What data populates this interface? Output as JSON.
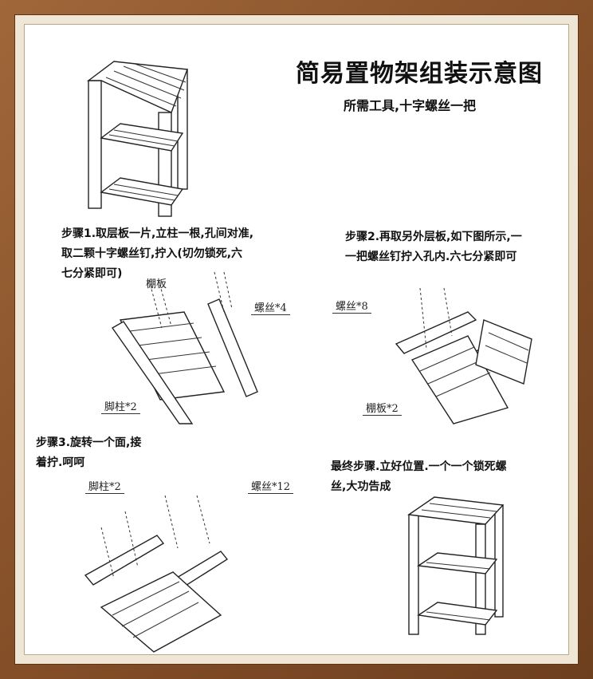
{
  "title": "简易置物架组装示意图",
  "tools": "所需工具,十字螺丝一把",
  "steps": {
    "step1": [
      "步骤1.取层板一片,立柱一根,孔间对准,",
      "取二颗十字螺丝钉,拧入(切勿锁死,六",
      "七分紧即可)"
    ],
    "step2": [
      "步骤2.再取另外层板,如下图所示,一",
      "一把螺丝钉拧入孔内.六七分紧即可"
    ],
    "step3": [
      "步骤3.旋转一个面,接",
      "着拧.呵呵"
    ],
    "final": [
      "最终步骤.立好位置.一个一个锁死螺",
      "丝,大功告成"
    ]
  },
  "callouts": {
    "shelf1": "棚板",
    "screws4": "螺丝*4",
    "legs2_a": "脚柱*2",
    "screws8": "螺丝*8",
    "shelf2": "棚板*2",
    "legs2_b": "脚柱*2",
    "screws12": "螺丝*12"
  },
  "colors": {
    "frame": "#8a532b",
    "mat": "#efe6d5"
  }
}
